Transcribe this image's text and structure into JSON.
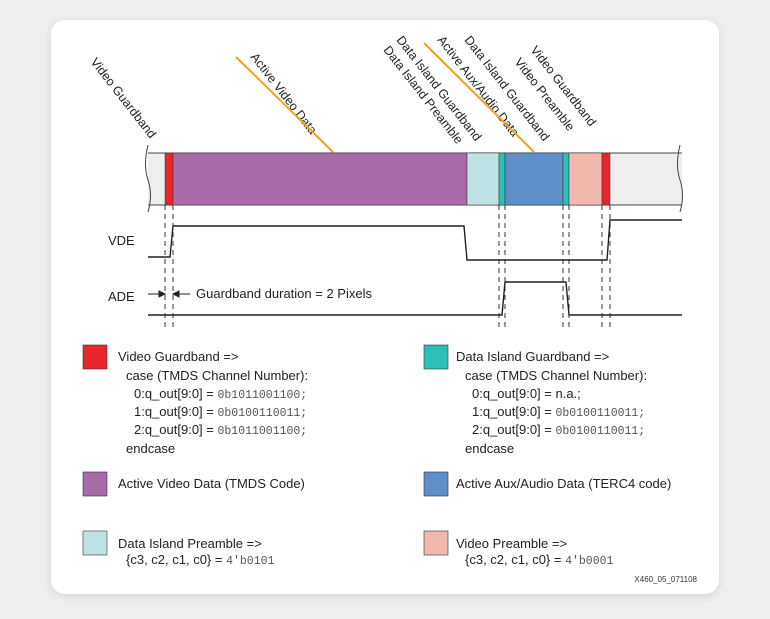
{
  "top_labels": {
    "video_guardband_left": "Video Guardband",
    "active_video_data": "Active Video Data",
    "data_island_guardband": "Data Island Guardband",
    "data_island_preamble": "Data Island Preamble",
    "active_aux_audio_data": "Active Aux/Audio Data",
    "data_island_guardband_2": "Data Island Guardband",
    "video_preamble": "Video Preamble",
    "video_guardband_right": "Video Guardband"
  },
  "signals": {
    "vde": "VDE",
    "ade": "ADE",
    "guardband_note": "Guardband duration = 2 Pixels"
  },
  "legend": {
    "video_guardband": {
      "color": "#e8262e",
      "title": "Video Guardband =>",
      "lines": [
        "case (TMDS Channel Number):",
        "0:q_out[9:0] = ",
        "1:q_out[9:0] = ",
        "2:q_out[9:0] = ",
        "endcase"
      ],
      "codes": [
        "0b1011001100;",
        "0b0100110011;",
        "0b1011001100;"
      ]
    },
    "data_island_guardband": {
      "color": "#2bbfb8",
      "title": "Data Island Guardband =>",
      "lines": [
        "case (TMDS Channel Number):",
        "0:q_out[9:0] = n.a.;",
        "1:q_out[9:0] = ",
        "2:q_out[9:0] = ",
        "endcase"
      ],
      "codes": [
        "0b0100110011;",
        "0b0100110011;"
      ]
    },
    "active_video_data": {
      "color": "#a86aa8",
      "title": "Active Video Data (TMDS Code)"
    },
    "active_aux_audio_data": {
      "color": "#5e8fc9",
      "title": "Active Aux/Audio Data (TERC4 code)"
    },
    "data_island_preamble": {
      "color": "#bfe2e4",
      "title": "Data Island Preamble =>",
      "expr": "{c3, c2, c1, c0} = ",
      "code": "4'b0101"
    },
    "video_preamble": {
      "color": "#f3b8ad",
      "title": "Video Preamble =>",
      "expr": "{c3, c2, c1, c0} = ",
      "code": "4'b0001"
    }
  },
  "figure_id": "X460_05_071108",
  "colors": {
    "orange_leader": "#f0a020",
    "bar_gray": "#eeeeee",
    "line": "#222222"
  }
}
